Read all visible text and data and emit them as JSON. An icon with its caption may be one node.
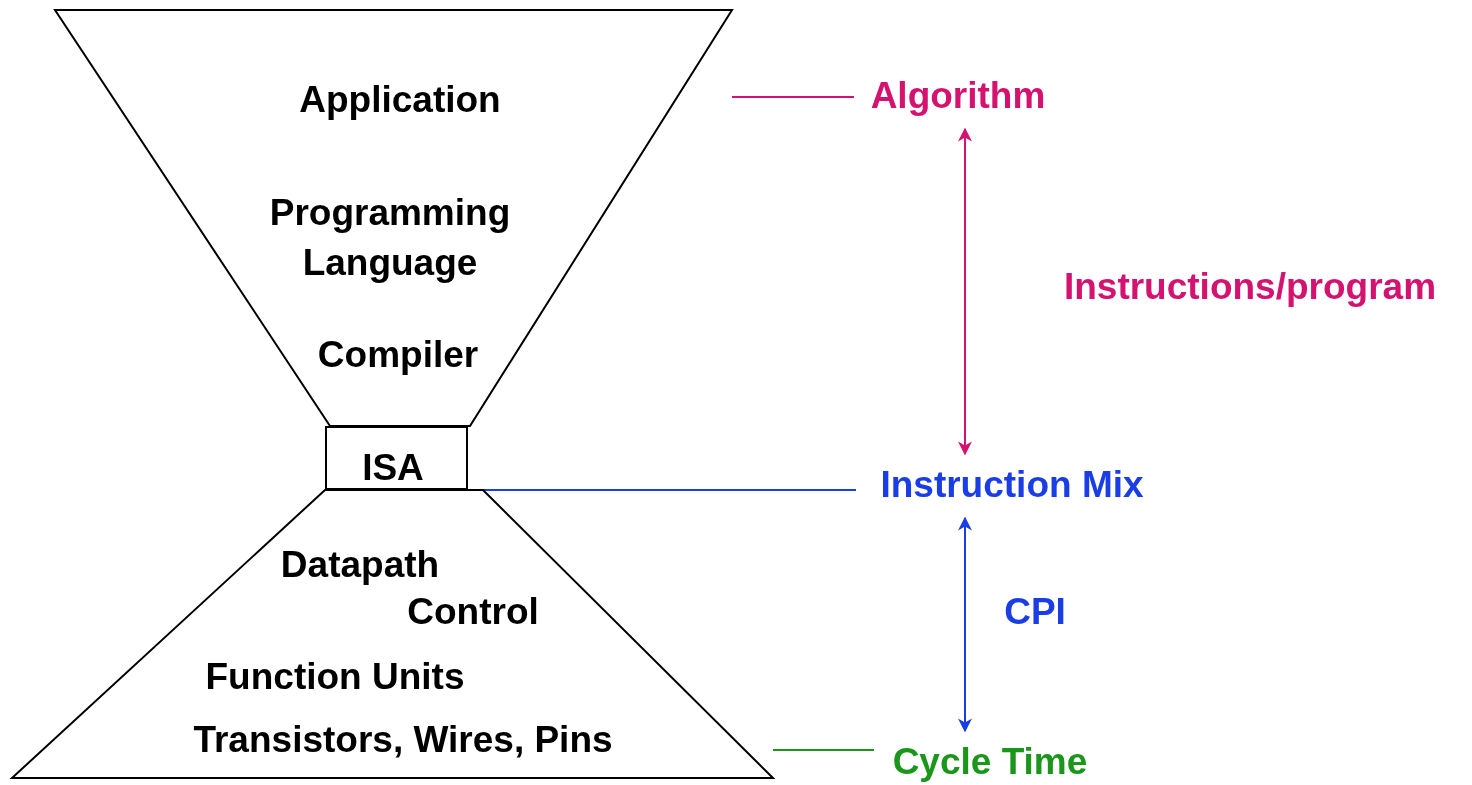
{
  "diagram": {
    "nodes": [
      {
        "text": [
          "Application",
          "Programming Language",
          "Compiler"
        ]
      },
      {
        "text": [
          "ISA"
        ]
      },
      {
        "text": [
          "Datapath",
          "Control",
          "Function Units",
          "Transistors, Wires, Pins"
        ]
      },
      {
        "text": [
          "Algorithm"
        ]
      },
      {
        "text": [
          "Instruction Mix"
        ]
      },
      {
        "text": [
          "Cycle Time"
        ]
      }
    ],
    "edges": [
      {
        "from": 0,
        "to": 3,
        "arrow": "none",
        "color": "#d4126f"
      },
      {
        "from": 1,
        "to": 4,
        "arrow": "none",
        "color": "#1a3de6"
      },
      {
        "from": 2,
        "to": 5,
        "arrow": "none",
        "color": "#1a961a"
      },
      {
        "from": 3,
        "to": 4,
        "arrow": "both",
        "label": "Instructions/program",
        "color": "#d4126f"
      },
      {
        "from": 4,
        "to": 5,
        "arrow": "both",
        "label": "CPI",
        "color": "#1a3de6"
      }
    ]
  }
}
